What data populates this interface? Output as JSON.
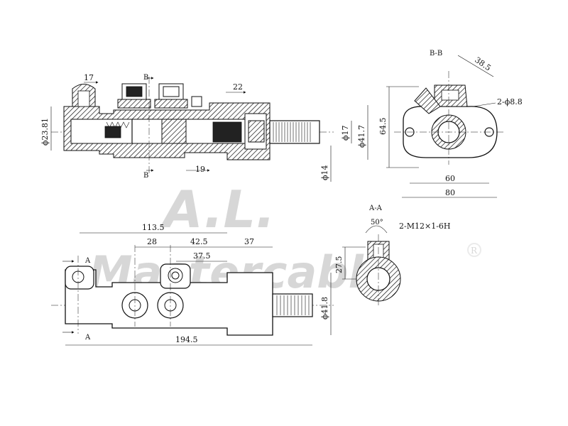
{
  "watermark": {
    "brand_top": "A.L.",
    "brand_bottom": "Mastercable",
    "registered": "R"
  },
  "section_view": {
    "dims": {
      "d_23_81": "ϕ23.81",
      "w_17": "17",
      "w_22": "22",
      "w_19": "19",
      "d_17": "ϕ17",
      "d_41_7": "ϕ41.7",
      "d_14": "ϕ14"
    },
    "section_marks": {
      "b_top": "B",
      "b_bottom": "B"
    }
  },
  "end_view_bb": {
    "title": "B-B",
    "dims": {
      "d_38_5": "38.5",
      "holes": "2-ϕ8.8",
      "h_64_5": "64.5",
      "w_60": "60",
      "w_80": "80"
    }
  },
  "top_view": {
    "dims": {
      "w_113_5": "113.5",
      "w_28": "28",
      "w_42_5": "42.5",
      "w_37_5": "37.5",
      "w_37": "37",
      "d_41_8": "ϕ41.8",
      "w_194_5": "194.5"
    },
    "section_marks": {
      "a_top": "A",
      "a_bottom": "A"
    }
  },
  "detail_view_aa": {
    "title": "A-A",
    "angle": "50°",
    "thread": "2-M12×1-6H",
    "h_27_5": "27.5"
  }
}
